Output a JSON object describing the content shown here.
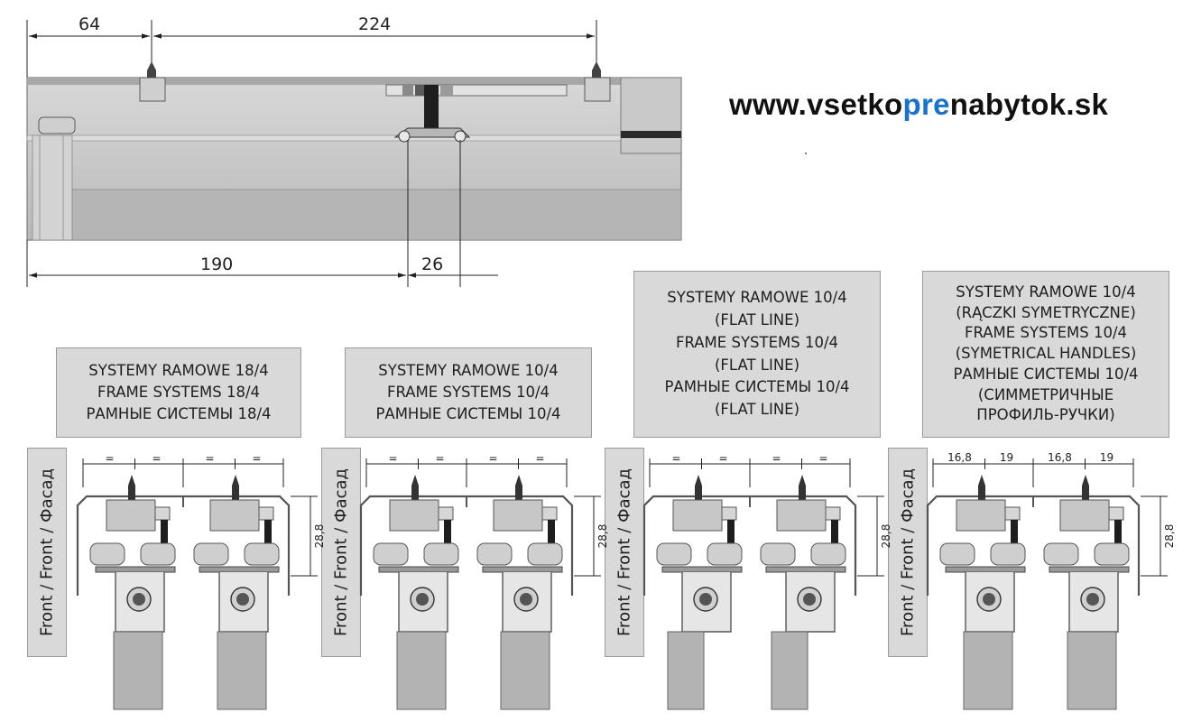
{
  "website": {
    "prefix": "www.vsetko",
    "highlight": "pre",
    "suffix": "nabytok.sk"
  },
  "top_dimensions": {
    "d64": "64",
    "d224": "224",
    "d190": "190",
    "d26": "26"
  },
  "front_label": "Front / Front / Фасад",
  "section_dims": {
    "height": "28,8",
    "equal_mark": "=",
    "d16_8": "16,8",
    "d19": "19"
  },
  "labels": [
    {
      "lines": [
        "SYSTEMY RAMOWE 18/4",
        "FRAME SYSTEMS 18/4",
        "РАМНЫЕ  СИСТЕМЫ 18/4"
      ]
    },
    {
      "lines": [
        "SYSTEMY RAMOWE 10/4",
        "FRAME SYSTEMS 10/4",
        "РАМНЫЕ  СИСТЕМЫ 10/4"
      ]
    },
    {
      "lines": [
        "SYSTEMY RAMOWE 10/4",
        "(FLAT LINE)",
        "FRAME SYSTEMS 10/4",
        "(FLAT LINE)",
        "РАМНЫЕ  СИСТЕМЫ 10/4",
        "(FLAT LINE)"
      ]
    },
    {
      "lines": [
        "SYSTEMY RAMOWE 10/4",
        "(RĄCZKI SYMETRYCZNE)",
        "FRAME SYSTEMS 10/4",
        "(SYMETRICAL HANDLES)",
        "РАМНЫЕ СИСТЕМЫ 10/4",
        "(СИММЕТРИЧНЫЕ",
        "ПРОФИЛЬ-РУЧКИ)"
      ]
    }
  ],
  "colors": {
    "profile": "#c8c8c8",
    "profile_dark": "#8f8f8f",
    "line": "#222222",
    "label_bg": "#d9d9d9",
    "link_blue": "#1a73c8"
  }
}
